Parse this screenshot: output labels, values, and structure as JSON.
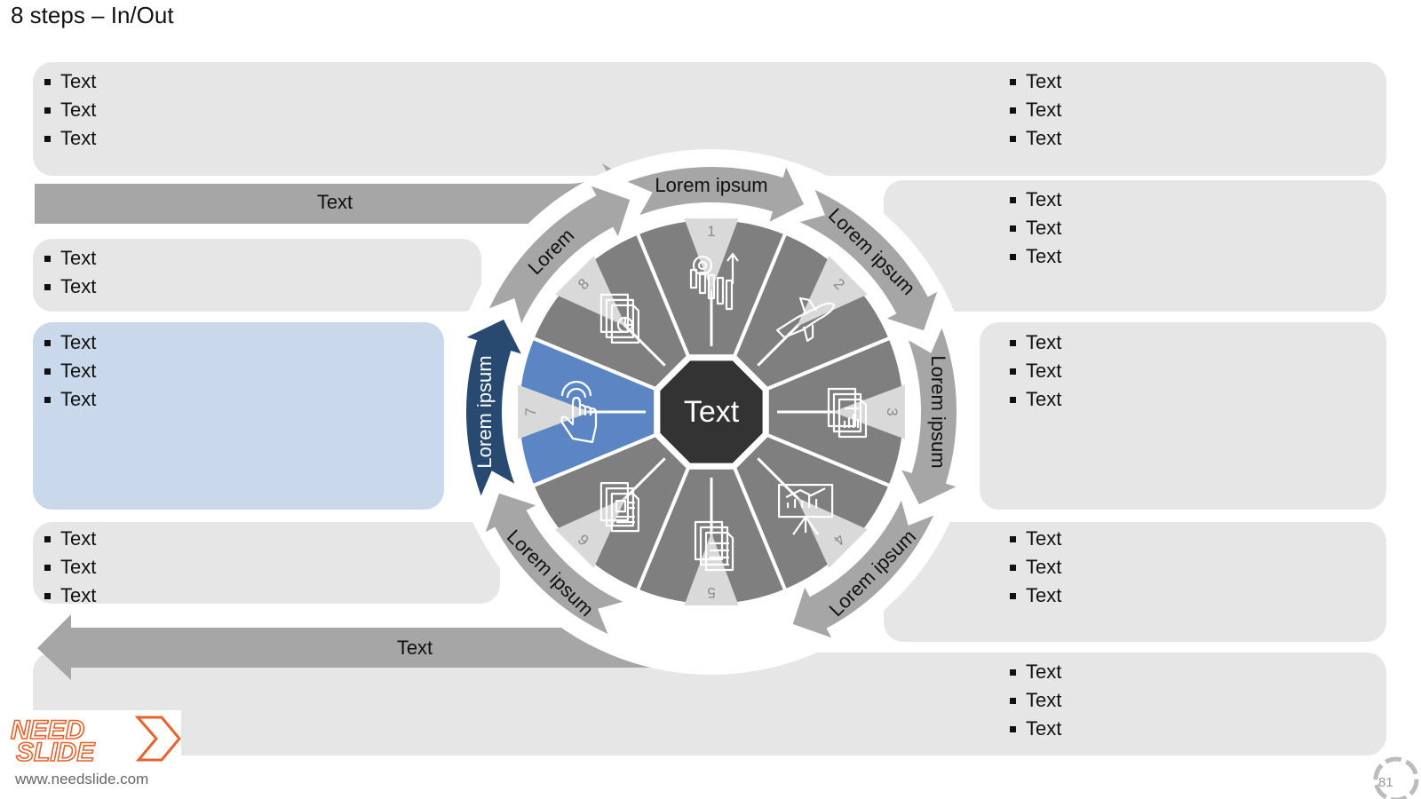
{
  "title": "8 steps – In/Out",
  "center_label": "Text",
  "in_arrow_label": "Text",
  "out_arrow_label": "Text",
  "left_panels": [
    {
      "items": [
        "Text",
        "Text",
        "Text"
      ]
    },
    {
      "items": [
        "Text",
        "Text"
      ]
    },
    {
      "items": [
        "Text",
        "Text",
        "Text"
      ],
      "selected": true
    },
    {
      "items": [
        "Text",
        "Text",
        "Text"
      ]
    }
  ],
  "right_panels": [
    {
      "items": [
        "Text",
        "Text",
        "Text"
      ]
    },
    {
      "items": [
        "Text",
        "Text",
        "Text"
      ]
    },
    {
      "items": [
        "Text",
        "Text",
        "Text"
      ]
    },
    {
      "items": [
        "Text",
        "Text",
        "Text"
      ]
    },
    {
      "items": [
        "Text",
        "Text",
        "Text"
      ]
    }
  ],
  "steps": [
    {
      "number": "1",
      "label": "Lorem ipsum",
      "icon": "gear-chart-icon"
    },
    {
      "number": "2",
      "label": "Lorem ipsum",
      "icon": "airplane-icon"
    },
    {
      "number": "3",
      "label": "Lorem ipsum",
      "icon": "report-icon"
    },
    {
      "number": "4",
      "label": "Lorem ipsum",
      "icon": "presentation-board-icon"
    },
    {
      "number": "5",
      "label": "",
      "icon": "spreadsheet-icon"
    },
    {
      "number": "6",
      "label": "Lorem ipsum",
      "icon": "document-icon"
    },
    {
      "number": "7",
      "label": "Lorem ipsum",
      "icon": "touch-hand-icon",
      "active": true
    },
    {
      "number": "8",
      "label": "Lorem",
      "icon": "pie-report-icon"
    }
  ],
  "colors": {
    "panel": "#e6e6e6",
    "selected_panel": "#c9d9eb",
    "segment": "#7f7f7f",
    "segment_active": "#5b86c3",
    "arc_arrow": "#a6a6a6",
    "arc_arrow_active": "#284970",
    "center": "#333333"
  },
  "logo_text": "NEED SLIDE",
  "website": "www.needslide.com",
  "page_number": "81"
}
